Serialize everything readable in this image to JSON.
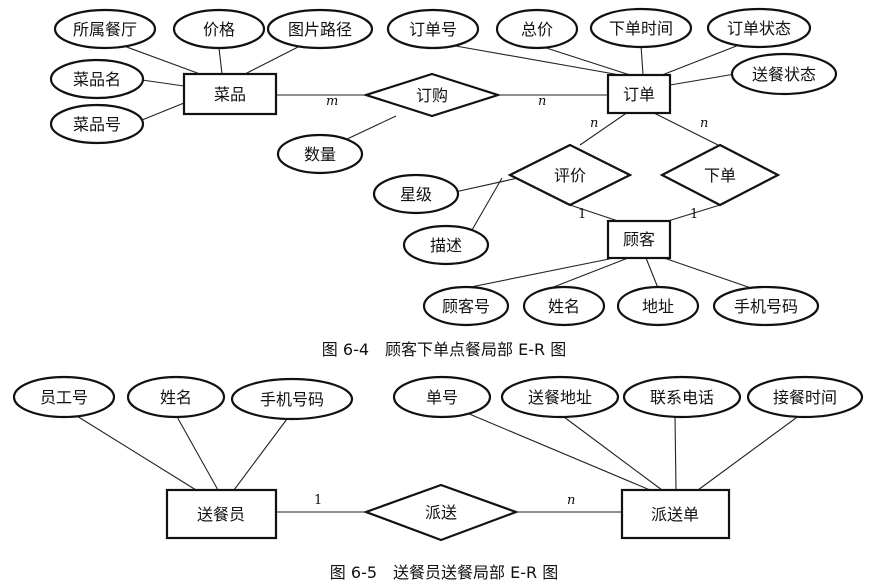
{
  "figure1": {
    "caption": "图 6-4　顾客下单点餐局部 E-R 图",
    "entities": {
      "dish": "菜品",
      "order": "订单",
      "customer": "顾客"
    },
    "relationships": {
      "purchase": "订购",
      "review": "评价",
      "place_order": "下单"
    },
    "attributes": {
      "dish_restaurant": "所属餐厅",
      "dish_price": "价格",
      "dish_image_path": "图片路径",
      "dish_name": "菜品名",
      "dish_no": "菜品号",
      "purchase_quantity": "数量",
      "order_no": "订单号",
      "order_total": "总价",
      "order_time": "下单时间",
      "order_status": "订单状态",
      "order_delivery_status": "送餐状态",
      "review_stars": "星级",
      "review_desc": "描述",
      "customer_no": "顾客号",
      "customer_name": "姓名",
      "customer_address": "地址",
      "customer_phone": "手机号码"
    },
    "cardinalities": {
      "dish_purchase": "m",
      "purchase_order": "n",
      "order_review": "n",
      "order_place": "n",
      "review_customer": "1",
      "place_customer": "1"
    }
  },
  "figure2": {
    "caption": "图 6-5　送餐员送餐局部 E-R 图",
    "entities": {
      "courier": "送餐员",
      "dispatch": "派送单"
    },
    "relationships": {
      "deliver": "派送"
    },
    "attributes": {
      "courier_no": "员工号",
      "courier_name": "姓名",
      "courier_phone": "手机号码",
      "dispatch_no": "单号",
      "dispatch_address": "送餐地址",
      "dispatch_phone": "联系电话",
      "dispatch_pickup_time": "接餐时间"
    },
    "cardinalities": {
      "courier_deliver": "1",
      "deliver_dispatch": "n"
    }
  }
}
